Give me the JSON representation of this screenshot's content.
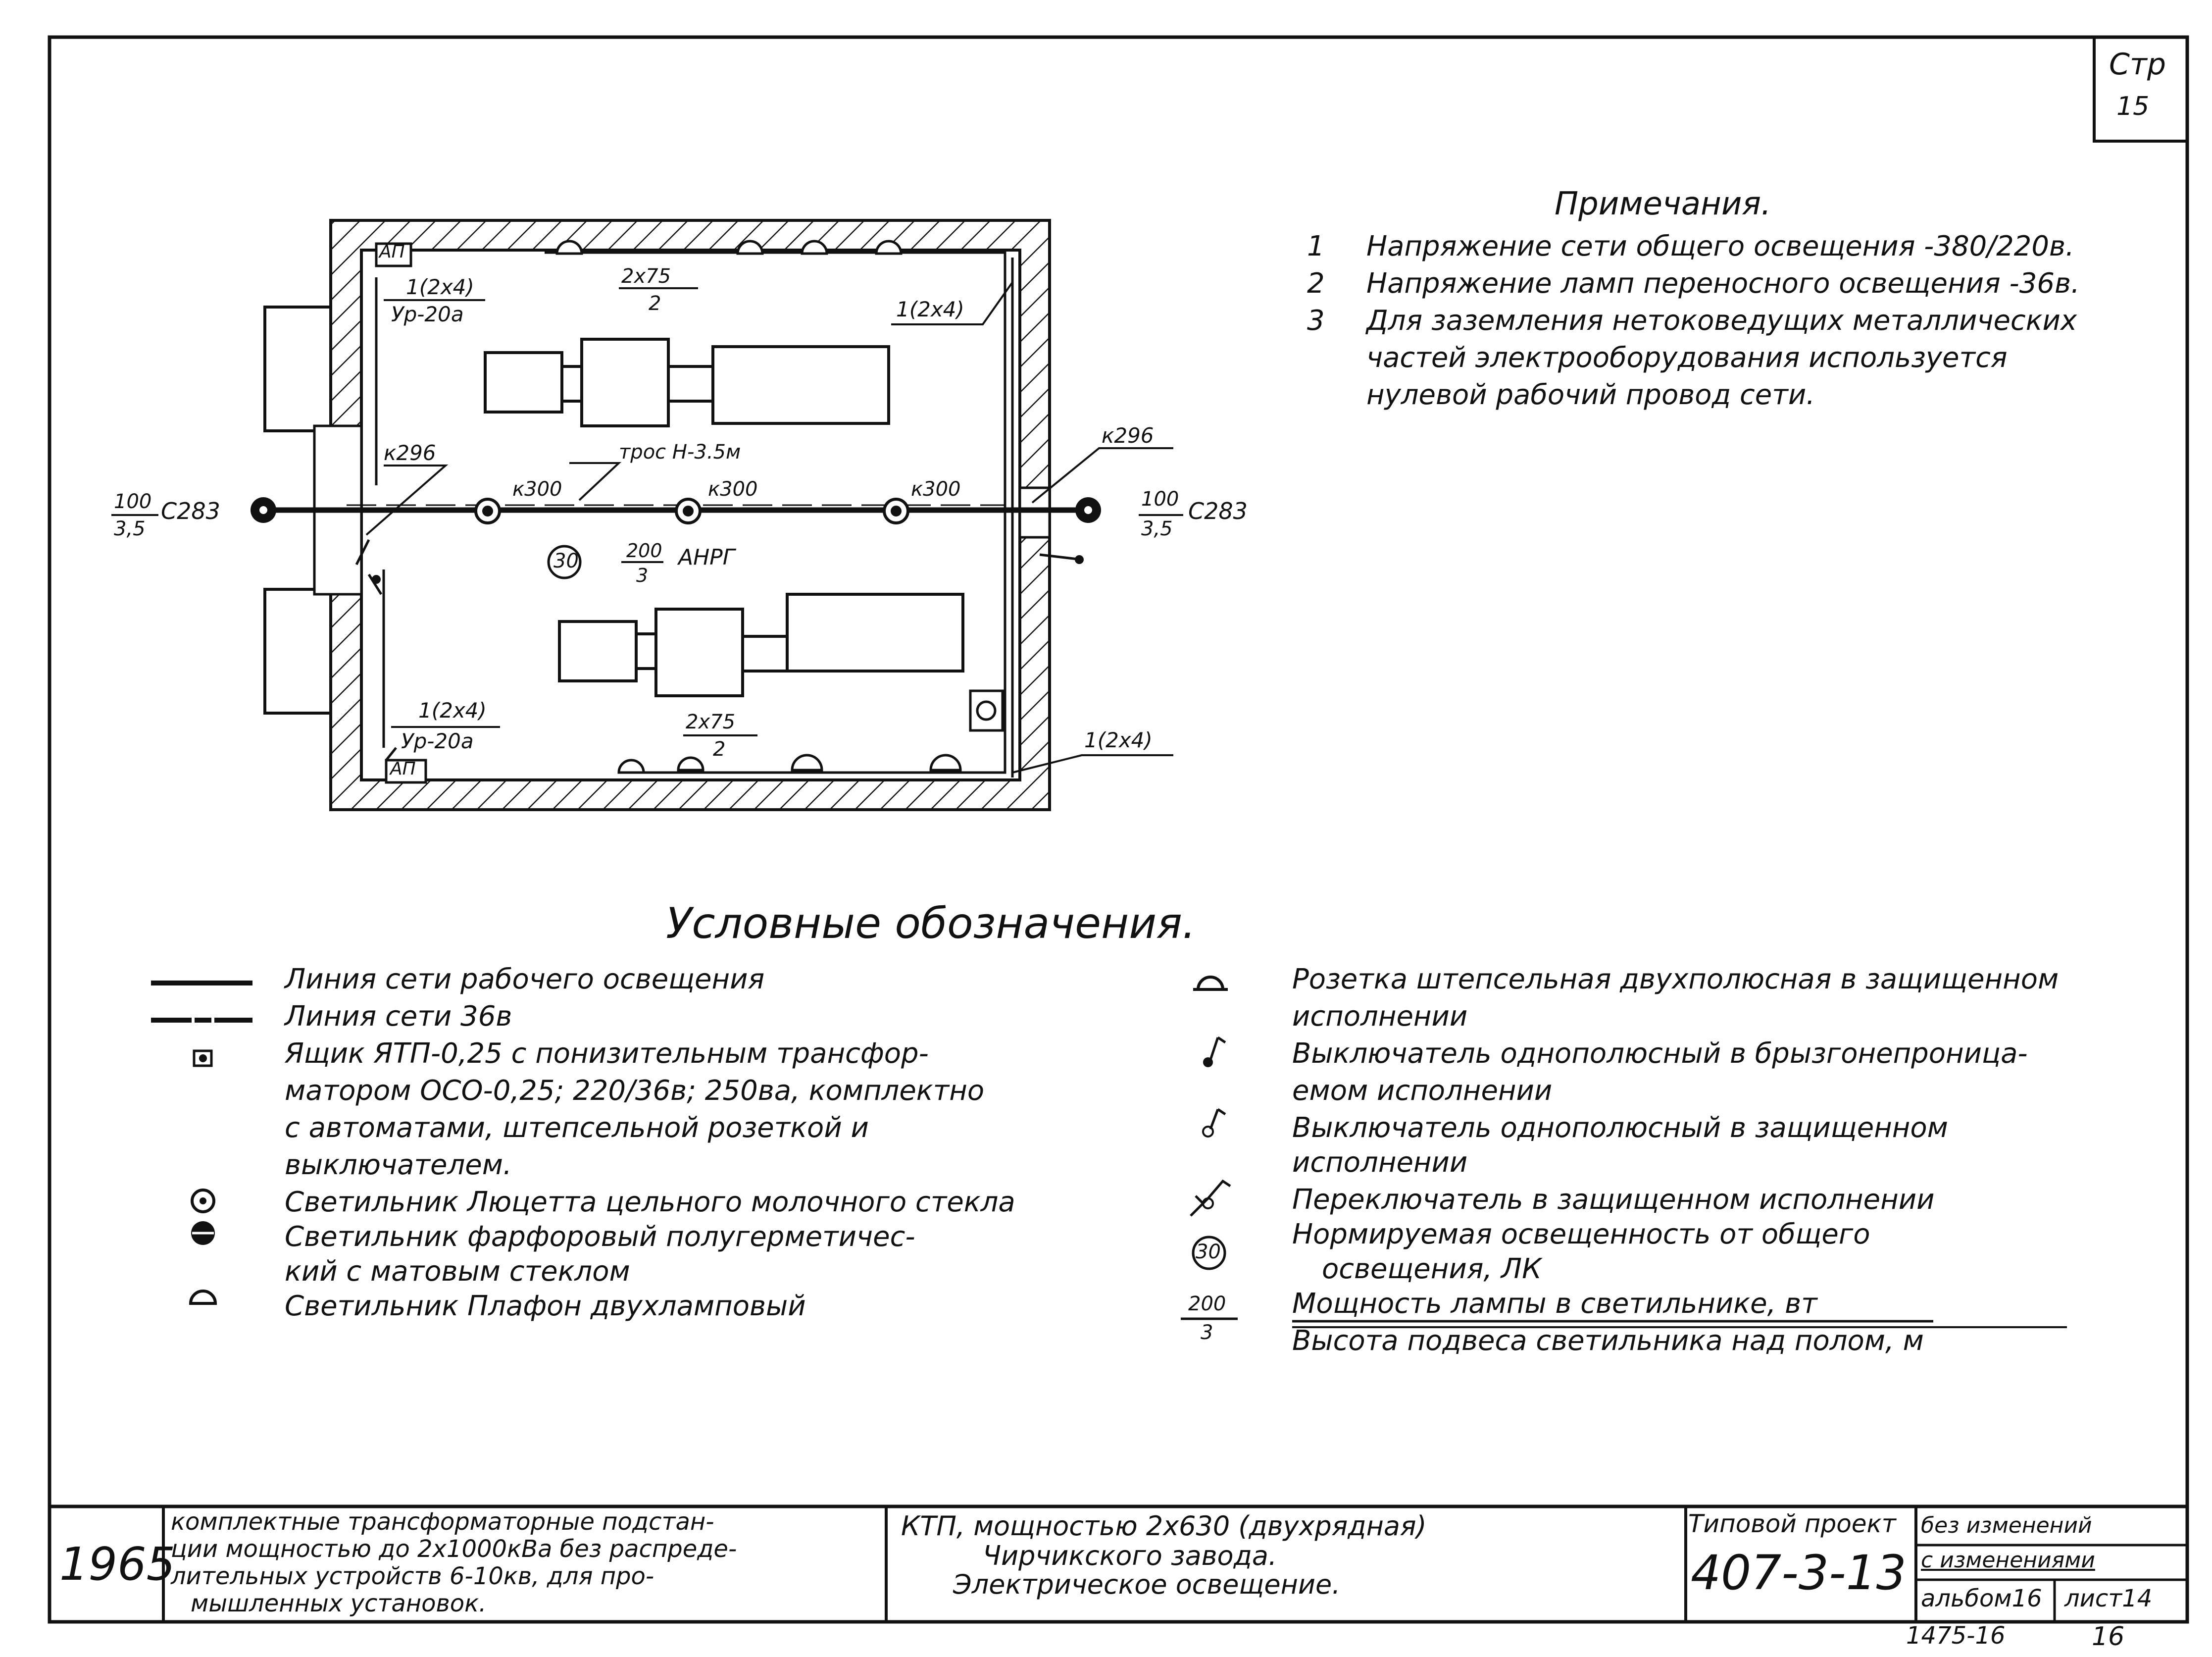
{
  "corner": {
    "label": "Стр",
    "page": "15"
  },
  "notes": {
    "title": "Примечания.",
    "items": [
      {
        "num": "1",
        "text": "Напряжение сети общего освещения -380/220в."
      },
      {
        "num": "2",
        "text": "Напряжение ламп переносного освещения -36в."
      },
      {
        "num": "3",
        "text": "Для заземления нетоковедущих металлических"
      }
    ],
    "item3_cont": [
      "частей электрооборудования используется",
      "нулевой рабочий провод сети."
    ]
  },
  "plan": {
    "ap_top": "АП",
    "ap_bottom": "АП",
    "feed_top_left": {
      "num": "1(2х4)",
      "den": "Ур-20а"
    },
    "feed_bottom_left": {
      "num": "1(2х4)",
      "den": "Ур-20а"
    },
    "lamps_top": {
      "num": "2х75",
      "den": "2"
    },
    "lamps_bottom": {
      "num": "2х75",
      "den": "2"
    },
    "wire_top_right": "1(2х4)",
    "wire_bottom_right": "1(2х4)",
    "k296_left": "к296",
    "k296_right": "к296",
    "tros": "трос Н-3.5м",
    "k300": [
      "к300",
      "к300",
      "к300"
    ],
    "entry_left": {
      "num": "100",
      "den": "3,5",
      "label": "С283"
    },
    "entry_right": {
      "num": "100",
      "den": "3,5",
      "label": "С283"
    },
    "illuminance": "30",
    "lamp_main": {
      "num": "200",
      "den": "3",
      "label": "АНРГ"
    }
  },
  "legend": {
    "title": "Условные обозначения.",
    "left_items": [
      "Линия сети рабочего освещения",
      "Линия сети 36в",
      "Ящик ЯТП-0,25 с понизительным трансфор-",
      "матором ОСО-0,25; 220/36в; 250ва, комплектно",
      "с автоматами, штепсельной розеткой и",
      "выключателем.",
      "Светильник Люцетта цельного молочного стекла",
      "Светильник фарфоровый полугерметичес-",
      "кий с матовым стеклом",
      "Светильник Плафон двухламповый"
    ],
    "right_items": [
      "Розетка штепсельная двухполюсная в защищенном",
      "исполнении",
      "Выключатель однополюсный в брызгонепроница-",
      "емом исполнении",
      "Выключатель однополюсный в защищенном",
      "исполнении",
      "Переключатель в защищенном исполнении",
      "Нормируемая освещенность от общего",
      "освещения, ЛК",
      "Мощность лампы в светильнике, вт",
      "Высота подвеса светильника над полом, м"
    ],
    "sym_illum": "30",
    "sym_frac": {
      "num": "200",
      "den": "3"
    }
  },
  "title_block": {
    "year": "1965",
    "description": [
      "комплектные трансформаторные подстан-",
      "ции мощностью до 2х1000кВа без распреде-",
      "лительных устройств 6-10кв, для про-",
      "мышленных установок."
    ],
    "subject": [
      "КТП, мощностью 2х630 (двухрядная)",
      "Чирчикского завода.",
      "Электрическое освещение."
    ],
    "type_label": "Типовой проект",
    "project_no": "407-3-13",
    "status1": "без изменений",
    "status2": "с изменениями",
    "album": "альбом16",
    "sheet": "лист14",
    "bottom_code": "1475-16",
    "bottom_page": "16"
  }
}
